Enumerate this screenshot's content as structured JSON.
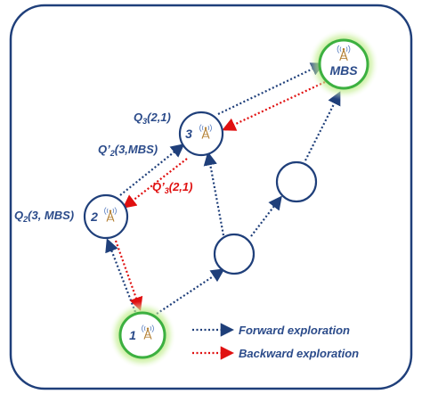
{
  "colors": {
    "forward": "#1f3f7a",
    "backward": "#e01010",
    "node_stroke": "#1f3f7a",
    "glow": "#7ed321",
    "ring": "#3cb040",
    "label": "#2b4b8a",
    "border": "#1f3f7a"
  },
  "nodes": {
    "mbs": {
      "label": "MBS",
      "icon": "antenna-icon"
    },
    "n1": {
      "label": "1",
      "icon": "antenna-icon"
    },
    "n2": {
      "label": "2",
      "icon": "antenna-icon"
    },
    "n3": {
      "label": "3",
      "icon": "antenna-icon"
    },
    "n4": {
      "label": ""
    },
    "n5": {
      "label": ""
    }
  },
  "labels": {
    "q3_main": "Q",
    "q3_sub": "3",
    "q3_rest": "(2,1)",
    "q2p_main": "Q’",
    "q2p_sub": "2",
    "q2p_rest": "(3,MBS)",
    "q3p_main": "Q’",
    "q3p_sub": "3",
    "q3p_rest": "(2,1)",
    "q2_main": "Q",
    "q2_sub": "2",
    "q2_rest": "(3, MBS)"
  },
  "legend": {
    "forward": "Forward exploration",
    "backward": "Backward exploration"
  }
}
